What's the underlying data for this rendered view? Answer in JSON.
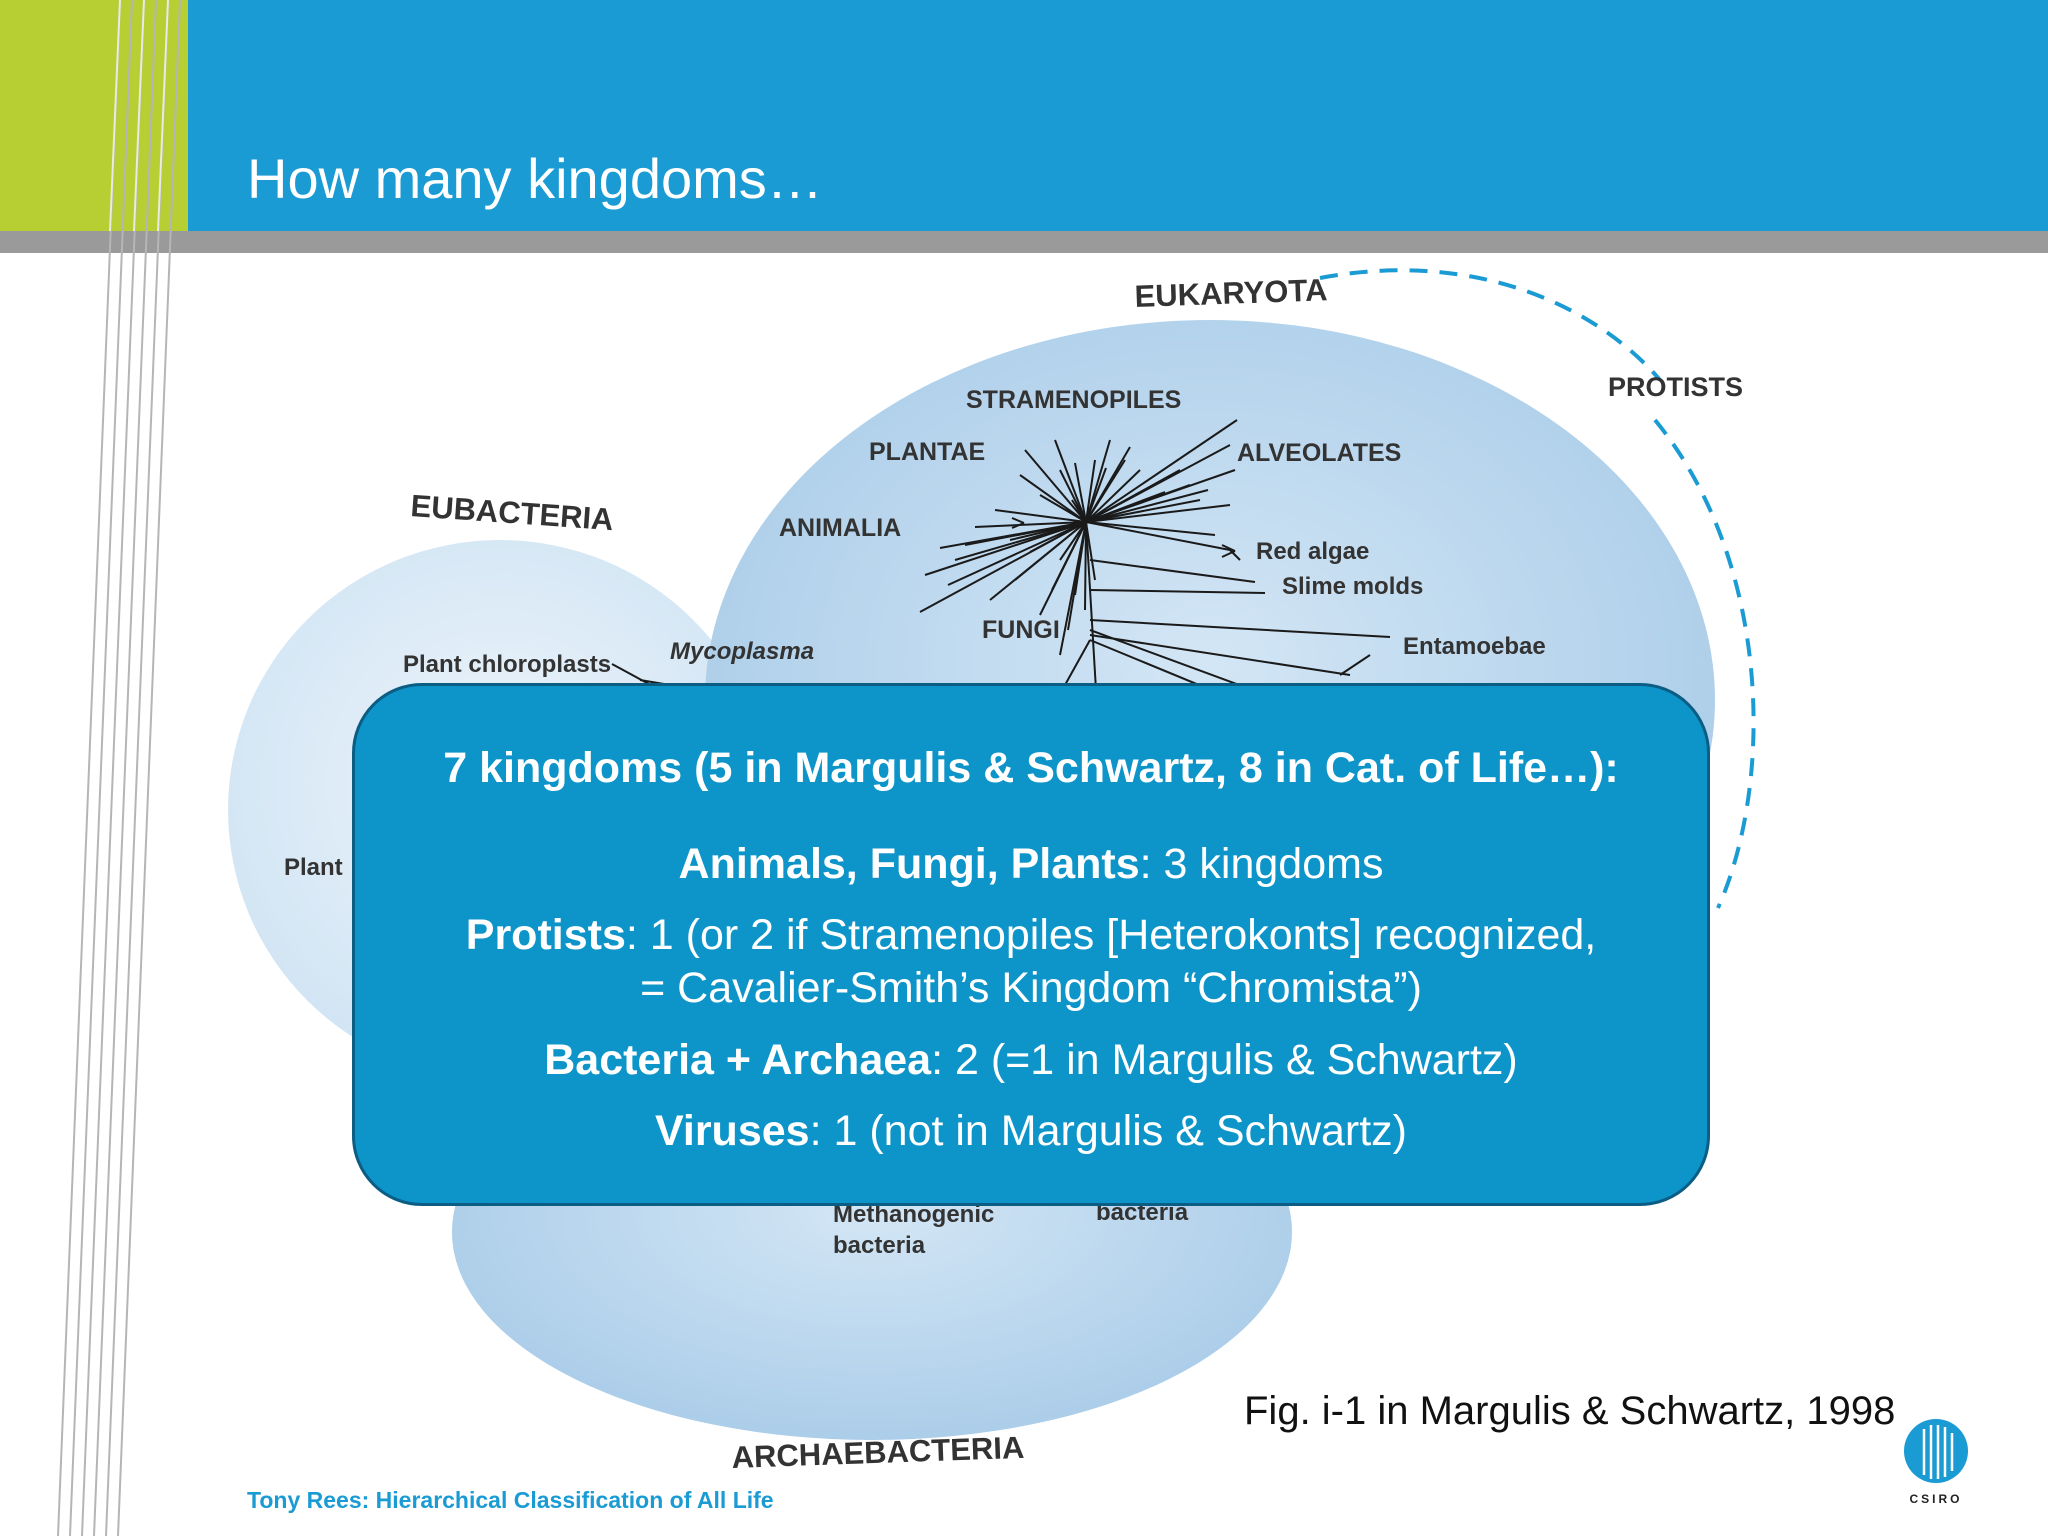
{
  "slide": {
    "title": "How many kingdoms…",
    "footer": "Tony Rees: Hierarchical Classification of All Life",
    "caption": "Fig. i-1 in Margulis & Schwartz, 1998",
    "logo_text": "CSIRO",
    "colors": {
      "header": "#1b9bd3",
      "accent_green": "#b7cf32",
      "callout": "#0d94c8"
    }
  },
  "diagram": {
    "domains": {
      "eukaryota": "EUKARYOTA",
      "eubacteria": "EUBACTERIA",
      "archaebacteria": "ARCHAEBACTERIA"
    },
    "protists": "PROTISTS",
    "eukaryote_labels": {
      "stramenopiles": "STRAMENOPILES",
      "plantae": "PLANTAE",
      "alveolates": "ALVEOLATES",
      "animalia": "ANIMALIA",
      "red_algae": "Red algae",
      "slime_molds": "Slime molds",
      "fungi": "FUNGI",
      "entamoebae": "Entamoebae"
    },
    "bacteria_labels": {
      "plant_chloroplasts": "Plant chloroplasts",
      "mycoplasma": "Mycoplasma",
      "plant_partial": "Plant"
    },
    "archaea_labels": {
      "methanogenic_1": "Methanogenic",
      "methanogenic_2": "bacteria",
      "bacteria_partial": "bacteria"
    }
  },
  "callout": {
    "heading": "7 kingdoms (5 in Margulis & Schwartz, 8 in Cat. of Life…):",
    "line1_bold": "Animals, Fungi, Plants",
    "line1_rest": ": 3 kingdoms",
    "line2_bold": "Protists",
    "line2_rest": ": 1 (or 2 if Stramenopiles [Heterokonts] recognized,",
    "line3": "= Cavalier-Smith’s Kingdom “Chromista”)",
    "line4_bold": "Bacteria + Archaea",
    "line4_rest": ": 2 (=1 in Margulis & Schwartz)",
    "line5_bold": "Viruses",
    "line5_rest": ": 1 (not in Margulis & Schwartz)"
  }
}
